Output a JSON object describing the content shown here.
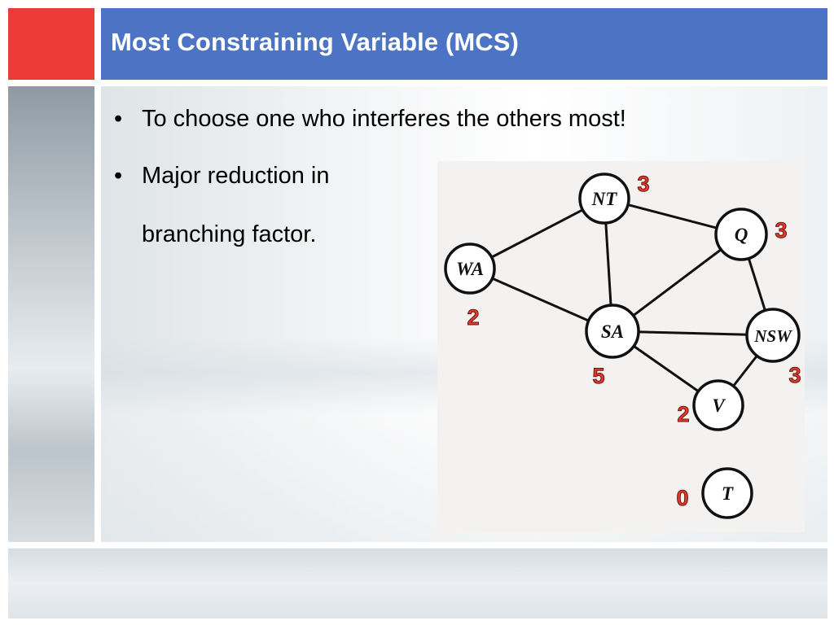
{
  "slide": {
    "title": "Most Constraining Variable (MCS)",
    "bullets": [
      {
        "symbol": "•",
        "lines": [
          "To choose one who interferes the others most!"
        ]
      },
      {
        "symbol": "•",
        "lines": [
          "Major reduction in",
          "branching factor."
        ]
      }
    ]
  },
  "colors": {
    "title_bar": "#4d74c4",
    "accent_block": "#ee3a36",
    "title_text": "#ffffff",
    "count_label": "#e03a2c"
  },
  "graph": {
    "nodes": [
      {
        "id": "NT",
        "label": "NT",
        "count": "3"
      },
      {
        "id": "Q",
        "label": "Q",
        "count": "3"
      },
      {
        "id": "WA",
        "label": "WA",
        "count": "2"
      },
      {
        "id": "SA",
        "label": "SA",
        "count": "5"
      },
      {
        "id": "NSW",
        "label": "NSW",
        "count": "3"
      },
      {
        "id": "V",
        "label": "V",
        "count": "2"
      },
      {
        "id": "T",
        "label": "T",
        "count": "0"
      }
    ],
    "edges": [
      [
        "WA",
        "NT"
      ],
      [
        "WA",
        "SA"
      ],
      [
        "NT",
        "SA"
      ],
      [
        "NT",
        "Q"
      ],
      [
        "SA",
        "Q"
      ],
      [
        "SA",
        "NSW"
      ],
      [
        "SA",
        "V"
      ],
      [
        "Q",
        "NSW"
      ],
      [
        "NSW",
        "V"
      ]
    ]
  }
}
